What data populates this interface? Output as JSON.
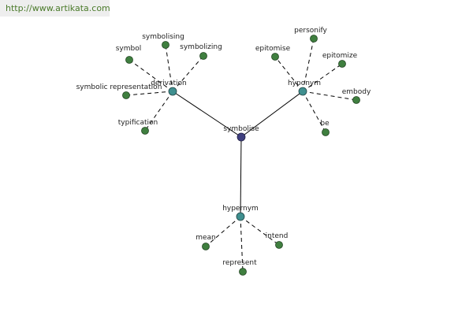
{
  "site_link": "http://www.artikata.com",
  "colors": {
    "center": "#3f3f7f",
    "category": "#3f8f8f",
    "leaf": "#3f7f3f",
    "banner_text": "#4a7a2a"
  },
  "nodes": {
    "center": "symbolise",
    "derivation": "derivation",
    "hyponym": "hyponym",
    "hypernym": "hypernym",
    "symbol": "symbol",
    "symbolising": "symbolising",
    "symbolizing": "symbolizing",
    "symbolic_representation": "symbolic representation",
    "typification": "typification",
    "epitomise": "epitomise",
    "personify": "personify",
    "epitomize": "epitomize",
    "embody": "embody",
    "be": "be",
    "mean": "mean",
    "represent": "represent",
    "intend": "intend"
  }
}
